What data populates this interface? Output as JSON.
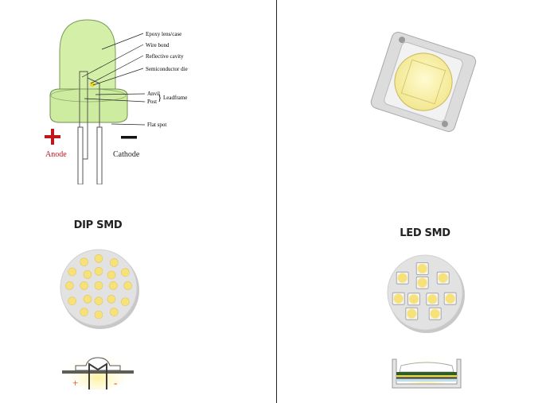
{
  "left": {
    "heading": "DIP SMD",
    "diagram_labels": {
      "epoxy": "Epoxy lens/case",
      "wire_bond": "Wire bond",
      "reflective_cavity": "Reflective cavity",
      "die": "Semiconductor die",
      "anvil": "Anvil",
      "post": "Post",
      "leadframe": "Leadframe",
      "flat_spot": "Flat spot",
      "anode": "Anode",
      "cathode": "Cathode"
    },
    "plus_sign": "+",
    "minus_sign": "-"
  },
  "right": {
    "heading": "LED SMD"
  },
  "colors": {
    "epoxy_green": "#d4f0a8",
    "led_yellow": "#f7e27a",
    "anode_red": "#c0161c",
    "board_grey": "#e2e2e2"
  }
}
